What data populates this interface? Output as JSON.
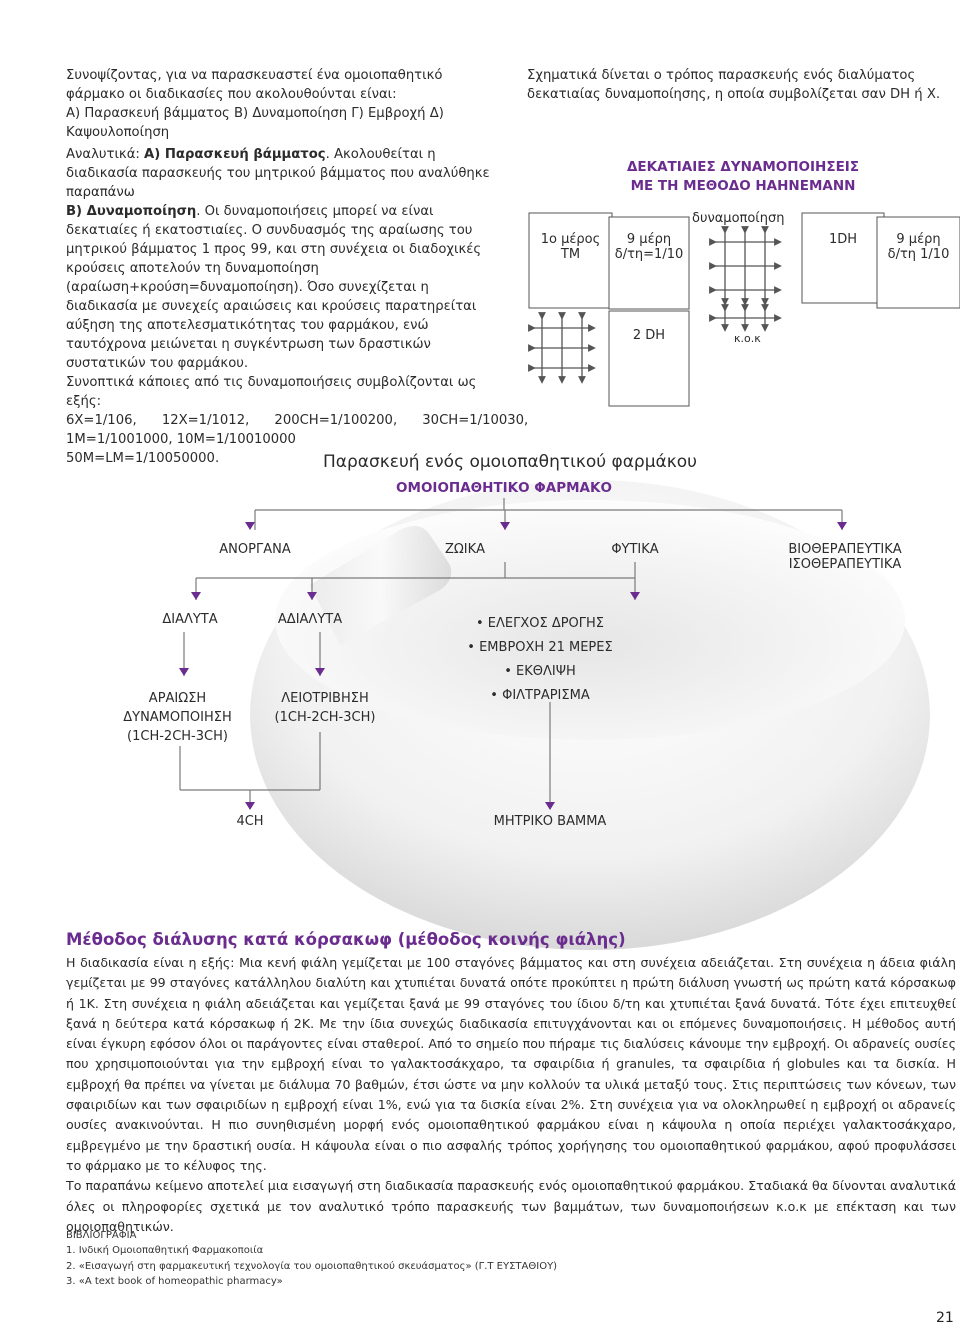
{
  "left": {
    "intro_1": "Συνοψίζοντας, για να παρασκευαστεί ένα ομοιοπαθητικό φάρμακο οι διαδικασίες που ακολουθούνται είναι:",
    "intro_2": "Α) Παρασκευή βάμματος Β) Δυναμοποίηση Γ) Εμβροχή  Δ) Καψουλοποίηση",
    "analytic_prefix": "Αναλυτικά: ",
    "analytic_bold": "Α) Παρασκευή βάμματος",
    "analytic_rest": ". Ακολουθείται η διαδικασία παρασκευής του μητρικού βάμματος που αναλύθηκε παραπάνω",
    "dyn_bold": "Β) Δυναμοποίηση",
    "dyn_rest": ". Οι δυναμοποιήσεις μπορεί να είναι δεκατιαίες ή εκατοστιαίες. Ο συνδυασμός της αραίωσης του μητρικού βάμματος 1 προς 99, και στη συνέχεια οι διαδοχικές κρούσεις αποτελούν τη δυναμοποίηση (αραίωση+κρούση=δυναμοποίηση). Όσο συνεχίζεται η διαδικασία με συνεχείς αραιώσεις και κρούσεις παρατηρείται αύξηση της αποτελεσματικότητας του φαρμάκου, ενώ ταυτόχρονα μειώνεται η συγκέντρωση των δραστικών συστατικών του φαρμάκου.",
    "summary": "Συνοπτικά κάποιες από τις δυναμοποιήσεις συμβολίζονται ως εξής:",
    "line_1": "6X=1/106,      12X=1/1012,      200CH=1/100200,      30CH=1/10030,",
    "line_2": "1M=1/1001000, 10M=1/10010000",
    "line_3": "50M=LM=1/10050000."
  },
  "right": {
    "intro": "Σχηματικά δίνεται ο τρόπος παρασκευής ενός διαλύματος δεκατιαίας δυναμοποίησης, η οποία συμβολίζεται σαν DH ή X.",
    "title_1": "ΔΕΚΑΤΙΑΙΕΣ ΔΥΝΑΜΟΠΟΙΗΣΕΙΣ",
    "title_2": "ΜΕ ΤΗ ΜΕΘΟΔΟ HAHNEMANN",
    "box1_l1": "1ο μέρος",
    "box1_l2": "ΤΜ",
    "box2_l1": "9 μέρη",
    "box2_l2": "δ/τη=1/10",
    "dyn_label": "δυναμοποίηση",
    "box3": "1DH",
    "box4_l1": "9 μέρη",
    "box4_l2": "δ/τη 1/10",
    "box5": "2 DH",
    "koк": "κ.ο.κ"
  },
  "flow": {
    "title": "Παρασκευή ενός ομοιοπαθητικού φαρμάκου",
    "root": "ΟΜΟΙΟΠΑΘΗΤΙΚΟ ΦΑΡΜΑΚΟ",
    "c1": "ΑΝΟΡΓΑΝΑ",
    "c2": "ΖΩΙΚΑ",
    "c3": "ΦΥΤΙΚΑ",
    "c4a": "ΒΙΟΘΕΡΑΠΕΥΤΙΚΑ",
    "c4b": "ΙΣΟΘΕΡΑΠΕΥΤΙΚΑ",
    "soluble": "ΔΙΑΛΥΤΑ",
    "insoluble": "ΑΔΙΑΛΥΤΑ",
    "d1": "ΑΡΑΙΩΣΗ",
    "d2": "ΔΥΝΑΜΟΠΟΙΗΣΗ",
    "d3": "(1CH-2CH-3CH)",
    "t1": "ΛΕΙΟΤΡΙΒΗΣΗ",
    "t2": "(1CH-2CH-3CH)",
    "b1": "• ΕΛΕΓΧΟΣ ΔΡΟΓΗΣ",
    "b2": "• ΕΜΒΡΟΧΗ 21 ΜΕΡΕΣ",
    "b3": "• ΕΚΘΛΙΨΗ",
    "b4": "• ΦΙΛΤΡΑΡΙΣΜΑ",
    "r1": "4CH",
    "r2": "ΜΗΤΡΙΚΟ ΒΑΜΜΑ"
  },
  "bottom": {
    "heading": "Μέθοδος διάλυσης κατά κόρσακωφ (μέθοδος κοινής φιάλης)",
    "para_1": "Η διαδικασία είναι η εξής: Μια κενή φιάλη γεμίζεται με 100 σταγόνες βάμματος και στη συνέχεια αδειάζεται. Στη συνέχεια η άδεια φιάλη γεμίζεται με 99 σταγόνες κατάλληλου διαλύτη και χτυπιέται δυνατά οπότε προκύπτει η πρώτη διάλυση γνωστή ως πρώτη κατά κόρσακωφ ή 1K. Στη συνέχεια η φιάλη αδειάζεται  και γεμίζεται ξανά με 99 σταγόνες του ίδιου δ/τη και χτυπιέται ξανά δυνατά. Τότε έχει επιτευχθεί ξανά η δεύτερα κατά κόρσακωφ ή 2K. Με την ίδια συνεχώς διαδικασία επιτυγχάνονται και οι επόμενες δυναμοποιήσεις. Η μέθοδος αυτή είναι έγκυρη εφόσον όλοι οι παράγοντες είναι σταθεροί. Από το σημείο που πήραμε τις διαλύσεις κάνουμε την εμβροχή. Οι αδρανείς ουσίες που χρησιμοποιούνται για την εμβροχή είναι το γαλακτοσάκχαρο, τα σφαιρίδια ή granules, τα σφαιρίδια ή globules και τα δισκία. Η εμβροχή θα πρέπει να γίνεται με διάλυμα 70 βαθμών, έτσι ώστε να μην κολλούν τα υλικά μεταξύ τους. Στις περιπτώσεις των κόνεων, των σφαιριδίων και των σφαιριδίων η εμβροχή είναι 1%, ενώ για τα δισκία είναι 2%. Στη συνέχεια για να ολοκληρωθεί η εμβροχή οι αδρανείς ουσίες ανακινούνται. Η πιο συνηθισμένη μορφή ενός ομοιοπαθητικού φαρμάκου είναι η κάψουλα η οποία περιέχει γαλακτοσάκχαρο, εμβρεγμένο με την δραστική ουσία. Η κάψουλα είναι ο πιο ασφαλής τρόπος χορήγησης του ομοιοπαθητικού φαρμάκου, αφού προφυλάσσει το φάρμακο με το κέλυφος της.",
    "para_2": "Το παραπάνω κείμενο αποτελεί μια εισαγωγή στη διαδικασία παρασκευής ενός ομοιοπαθητικού φαρμάκου. Σταδιακά θα δίνονται αναλυτικά όλες οι πληροφορίες σχετικά με τον αναλυτικό τρόπο παρασκευής των βαμμάτων, των δυναμοποιήσεων κ.ο.κ με επέκταση και των ομοιοπαθητικών."
  },
  "refs": {
    "head": "ΒΙΒΛΙΟΓΡΑΦΙΑ",
    "r1": "1. Ινδική Ομοιοπαθητική Φαρμακοποιία",
    "r2": "2. «Εισαγωγή στη φαρμακευτική τεχνολογία του ομοιοπαθητικού σκευάσματος» (Γ.Τ ΕΥΣΤΑΘΙΟΥ)",
    "r3": "3. «A text book of homeopathic pharmacy»"
  },
  "page_number": "21"
}
